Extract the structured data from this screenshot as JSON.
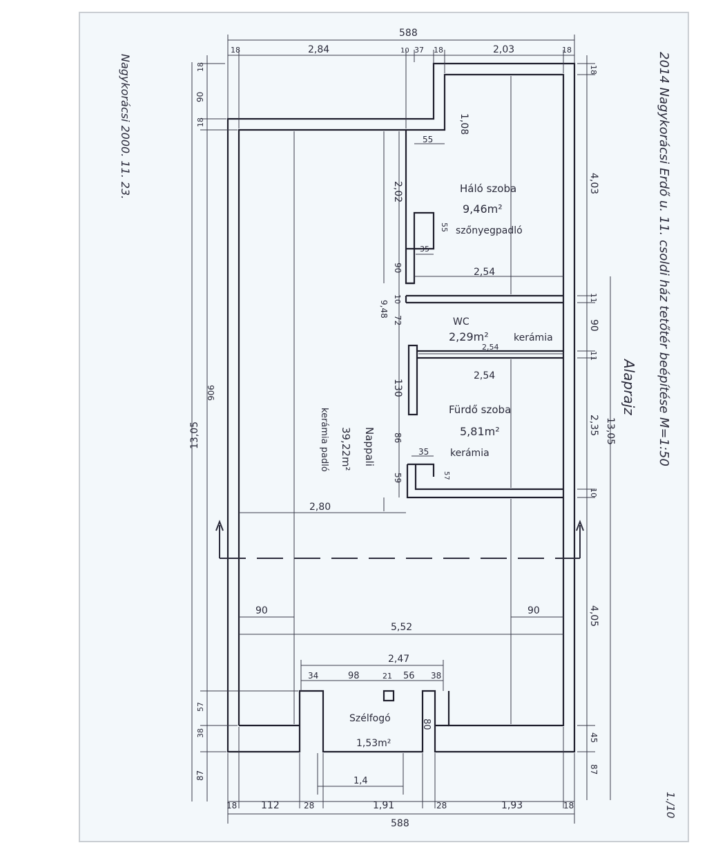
{
  "sheet": {
    "paper_color": "#f3f8fb",
    "border_color": "#c9cdd2",
    "ink_color": "#2a2a3a"
  },
  "header": {
    "title": "2014 Nagykorácsi Erdő u. 11. csoldi ház tetőtér beépítése  M=1:50",
    "subtitle": "Alaprajz",
    "signature": "Nagykorácsi 2000. 11. 23.",
    "page_number": "1./10"
  },
  "rooms": {
    "halo": {
      "name": "Háló szoba",
      "area": "9,46m²",
      "floor": "szőnyegpadló"
    },
    "wc": {
      "name": "WC",
      "area": "2,29m²",
      "floor": "kerámia"
    },
    "furdo": {
      "name": "Fürdő szoba",
      "area": "5,81m²",
      "floor": "kerámia"
    },
    "nappali": {
      "name": "Nappali",
      "area": "39,22m²",
      "floor": "kerámia padló"
    },
    "szelfogo": {
      "name": "Szélfogó",
      "area": "1,53m²"
    }
  },
  "dimensions": {
    "top_total": "588",
    "top_segments": [
      "18",
      "2,84",
      "10",
      "37",
      "18",
      "2,03",
      "18"
    ],
    "bottom_total": "588",
    "bottom_segments": [
      "18",
      "112",
      "28",
      "1,91",
      "28",
      "1,93",
      "18"
    ],
    "right_total": "13,05",
    "right_segments": [
      "18",
      "4,03",
      "11",
      "90",
      "11",
      "2,35",
      "10",
      "4,05",
      "45",
      "87"
    ],
    "left_total": "13,05",
    "left_inner": "906",
    "left_segments": [
      "18",
      "90",
      "18",
      "57",
      "38",
      "87"
    ],
    "interior": [
      "1,08",
      "55",
      "2,02",
      "55",
      "35",
      "90",
      "10",
      "72",
      "2,54",
      "2,54",
      "2,54",
      "130",
      "86",
      "59",
      "35",
      "57",
      "2,80",
      "9,48",
      "90",
      "90",
      "5,52",
      "2,47",
      "34",
      "98",
      "21",
      "56",
      "38",
      "80",
      "1,4"
    ]
  }
}
